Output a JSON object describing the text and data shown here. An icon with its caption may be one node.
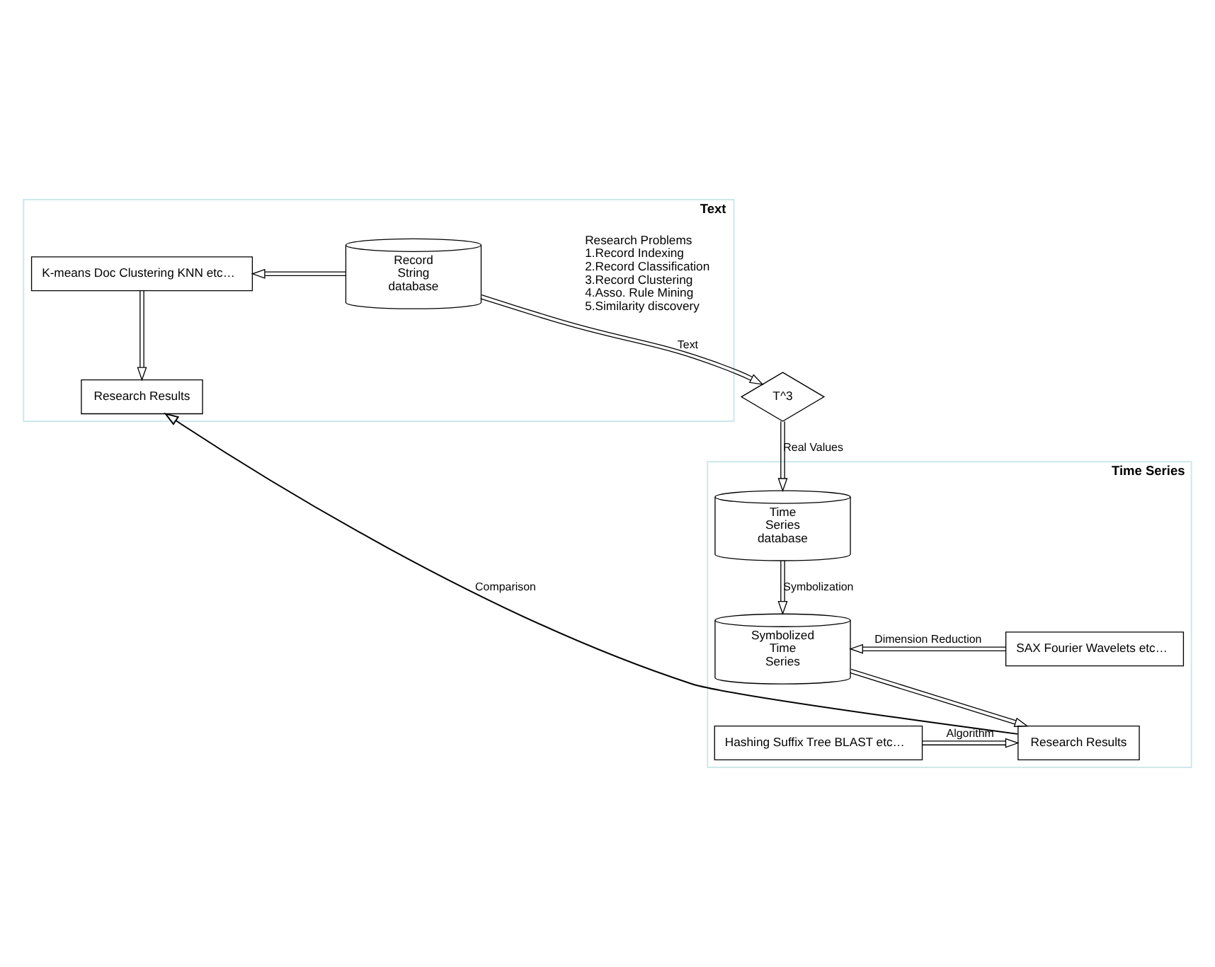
{
  "diagram": {
    "nodes": [
      {
        "text": [
          "Text"
        ]
      },
      {
        "text": [
          "K-means Doc Clustering KNN etc…"
        ],
        "in": 0
      },
      {
        "text": [
          "Research Results"
        ],
        "in": 0
      },
      {
        "text": [
          "Record String database"
        ],
        "in": 0
      },
      {
        "text": [
          "T^3"
        ]
      },
      {
        "text": [
          "Time Series"
        ]
      },
      {
        "text": [
          "Time Series database"
        ],
        "in": 5
      },
      {
        "text": [
          "Symbolized Time Series"
        ],
        "in": 5
      },
      {
        "text": [
          "SAX Fourier Wavelets etc…"
        ],
        "in": 5
      },
      {
        "text": [
          "Hashing Suffix Tree BLAST etc…"
        ],
        "in": 5
      },
      {
        "text": [
          "Research Results"
        ],
        "in": 5
      }
    ],
    "edges": [
      {
        "from": 3,
        "to": 1,
        "arrow": "to"
      },
      {
        "from": 1,
        "to": 2,
        "arrow": "to"
      },
      {
        "from": 3,
        "to": 4,
        "arrow": "to",
        "label": "Text"
      },
      {
        "from": 4,
        "to": 6,
        "arrow": "to",
        "label": "Real Values"
      },
      {
        "from": 6,
        "to": 7,
        "arrow": "to",
        "label": "Symbolization"
      },
      {
        "from": 8,
        "to": 7,
        "arrow": "to",
        "label": "Dimension Reduction"
      },
      {
        "from": 7,
        "to": 10,
        "arrow": "to"
      },
      {
        "from": 9,
        "to": 10,
        "arrow": "to",
        "label": "Algorithm"
      },
      {
        "from": 10,
        "to": 2,
        "arrow": "to",
        "label": "Comparison"
      }
    ],
    "labels": [
      "Research Problems",
      "1.Record Indexing",
      "2.Record Classification",
      "3.Record Clustering",
      "4.Asso. Rule Mining",
      "5.Similarity discovery"
    ]
  }
}
